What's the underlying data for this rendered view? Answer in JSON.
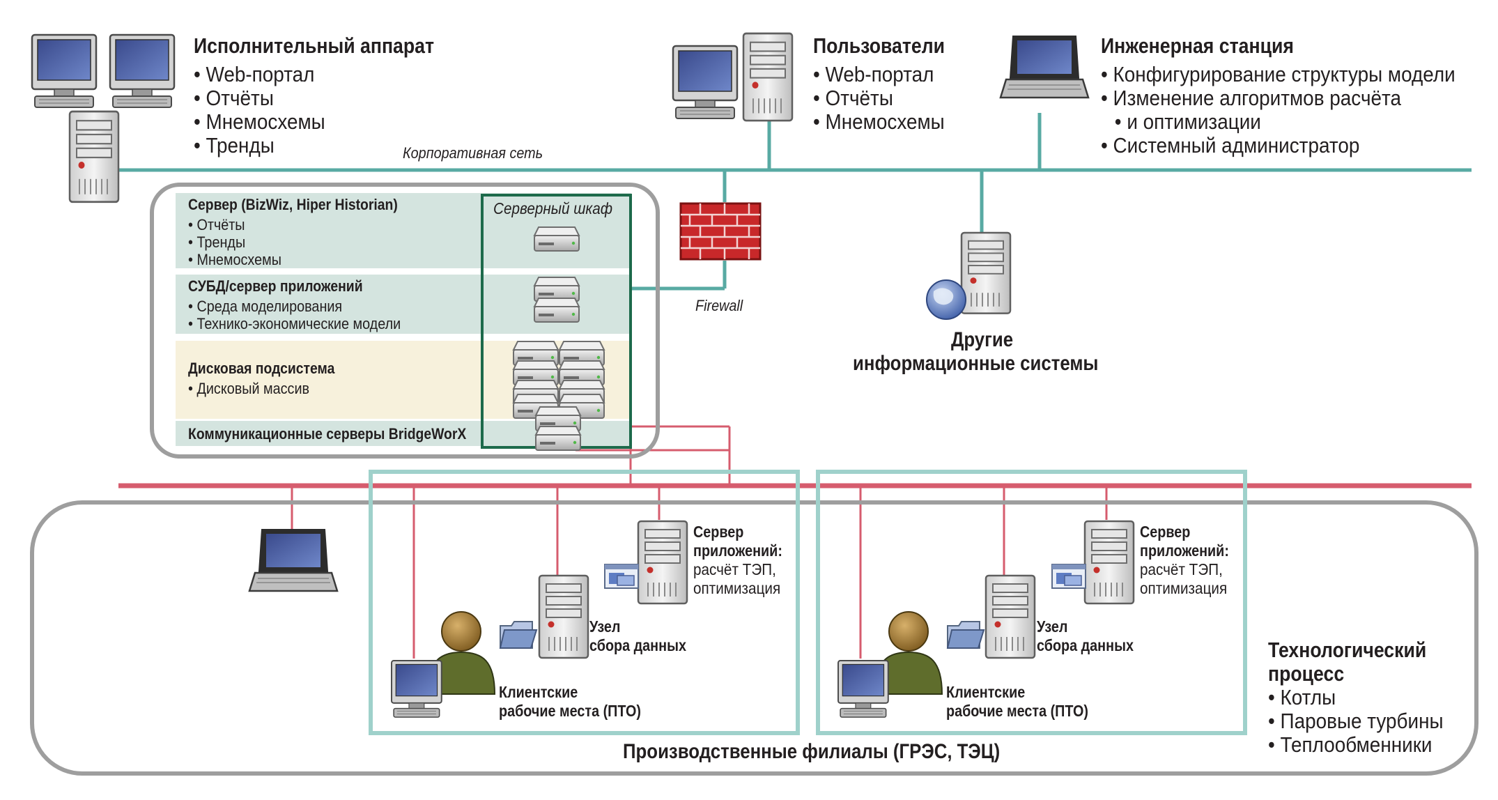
{
  "top": {
    "exec": {
      "title": "Исполнительный аппарат",
      "items": [
        "Web-портал",
        "Отчёты",
        "Мнемосхемы",
        "Тренды"
      ]
    },
    "users": {
      "title": "Пользователи",
      "items": [
        "Web-портал",
        "Отчёты",
        "Мнемосхемы"
      ]
    },
    "engineer": {
      "title": "Инженерная станция",
      "items": [
        "Конфигурирование  структуры модели",
        "Изменение алгоритмов расчёта",
        "и оптимизации",
        "Системный администратор"
      ]
    },
    "corp_network_label": "Корпоративная сеть"
  },
  "rack": {
    "cabinet_label": "Серверный шкаф",
    "sections": [
      {
        "title": "Сервер (BizWiz, Hiper Historian)",
        "items": [
          "Отчёты",
          "Тренды",
          "Мнемосхемы"
        ]
      },
      {
        "title": "СУБД/сервер приложений",
        "items": [
          "Среда моделирования",
          "Технико-экономические модели"
        ]
      },
      {
        "title": "Дисковая подсистема",
        "items": [
          "Дисковый массив"
        ]
      },
      {
        "title": "Коммуникационные серверы BridgeWorX",
        "items": []
      }
    ]
  },
  "firewall_label": "Firewall",
  "other_systems": {
    "line1": "Другие",
    "line2": "информационные системы"
  },
  "branch": {
    "app_server": {
      "title1": "Сервер",
      "title2": "приложений:",
      "desc1": "расчёт ТЭП,",
      "desc2": "оптимизация"
    },
    "data_node": {
      "line1": "Узел",
      "line2": "сбора данных"
    },
    "clients": {
      "line1": "Клиентские",
      "line2": "рабочие места (ПТО)"
    }
  },
  "process": {
    "title1": "Технологический",
    "title2": "процесс",
    "items": [
      "Котлы",
      "Паровые турбины",
      "Теплообменники"
    ]
  },
  "bottom_label": "Производственные филиалы (ГРЭС, ТЭЦ)",
  "colors": {
    "corporate_line": "#58aaa3",
    "plant_line": "#d65c6e",
    "cabinet_border": "#1d6a4b",
    "branch_frame": "#9fd1cb",
    "section_green": "#d4e4df",
    "section_beige": "#f7f1dc"
  }
}
